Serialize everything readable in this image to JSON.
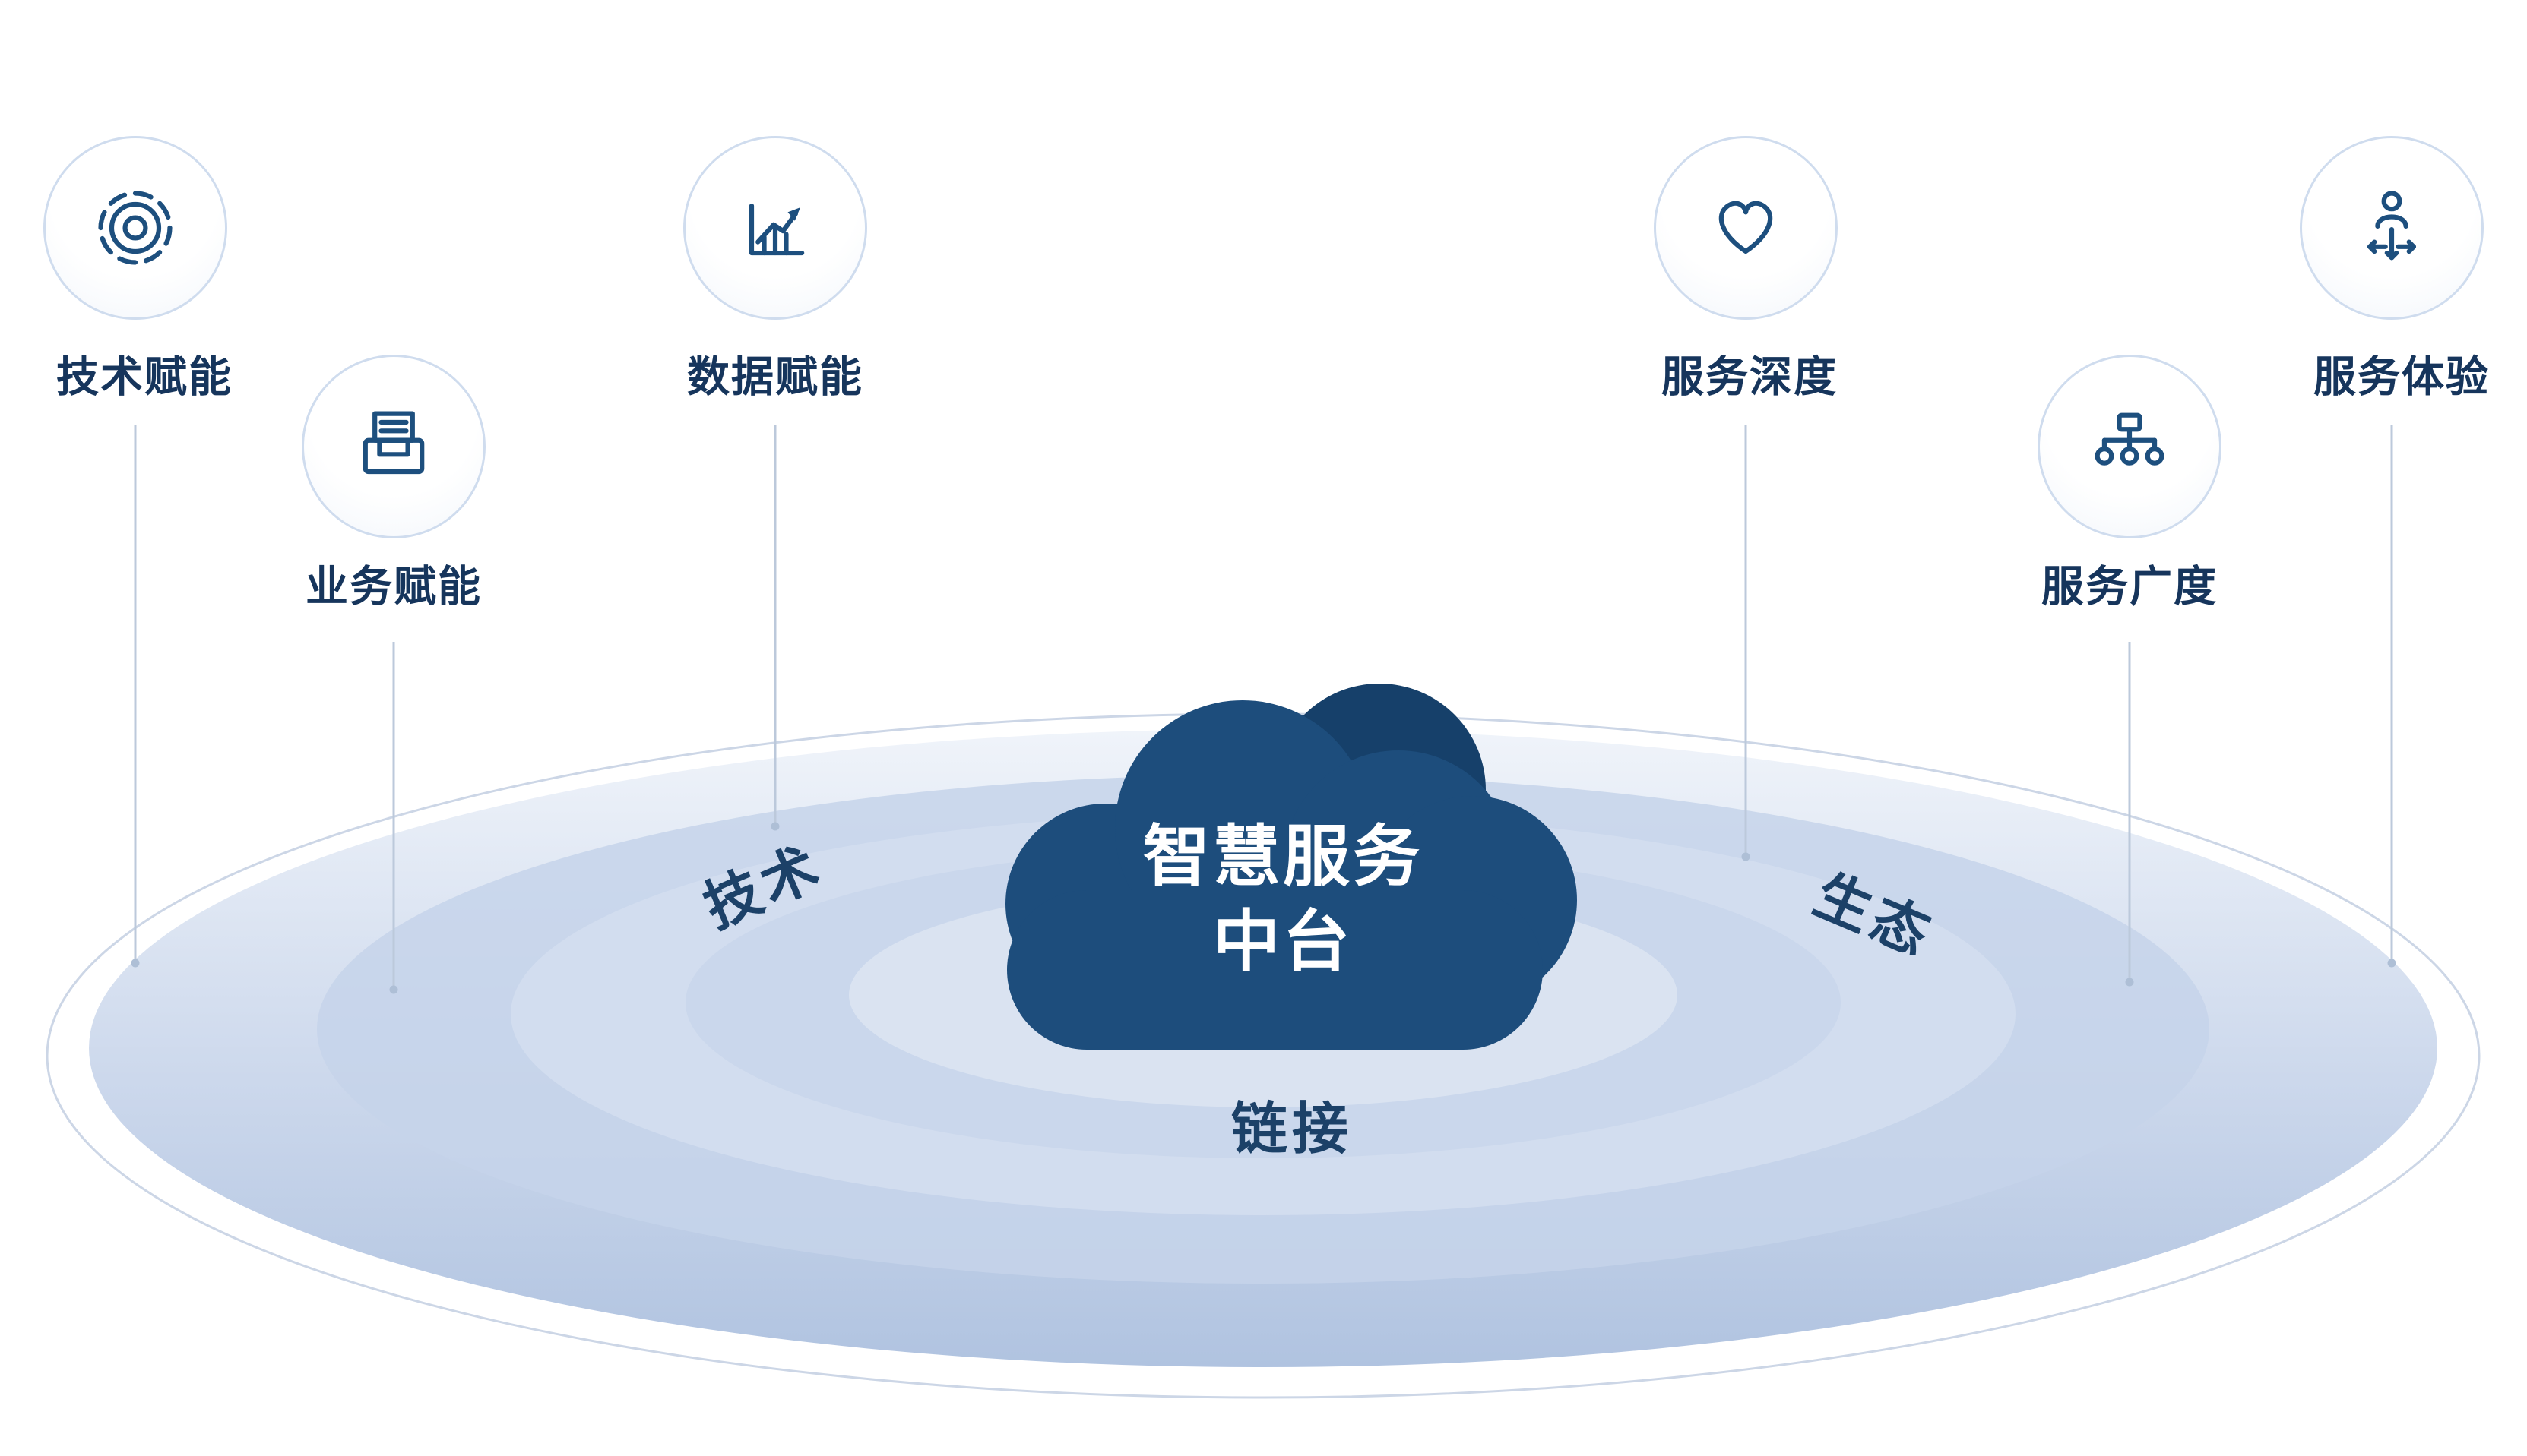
{
  "cloud": {
    "line1": "智慧服务",
    "line2": "中台"
  },
  "nodes": [
    {
      "label": "技术赋能",
      "icon": "gear-icon"
    },
    {
      "label": "业务赋能",
      "icon": "printer-icon"
    },
    {
      "label": "数据赋能",
      "icon": "chart-growth-icon"
    },
    {
      "label": "服务深度",
      "icon": "heart-icon"
    },
    {
      "label": "服务广度",
      "icon": "sitemap-icon"
    },
    {
      "label": "服务体验",
      "icon": "person-directions-icon"
    }
  ],
  "ring_labels": {
    "tech": "技术",
    "eco": "生态",
    "link": "链接"
  },
  "colors": {
    "cloud_navy": "#1d4d7c",
    "cloud_back_navy": "#16406a",
    "label_navy": "#16355c",
    "icon_stroke": "#1d4f7e",
    "ring_stroke": "#cfdcee",
    "connector_line": "#bcc9db",
    "ripple_light": "#eff3fa",
    "ripple_dark": "#b0c3e0"
  }
}
